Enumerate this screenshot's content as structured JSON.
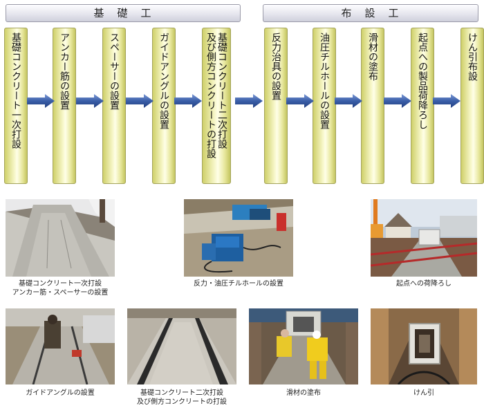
{
  "phases": [
    {
      "title": "基　礎　工"
    },
    {
      "title": "布　設　工"
    }
  ],
  "steps": [
    {
      "label": "基礎コンクリート一次打設"
    },
    {
      "label": "アンカー筋の設置"
    },
    {
      "label": "スペーサーの設置"
    },
    {
      "label": "ガイドアングルの設置"
    },
    {
      "label": "基礎コンクリート二次打設\n及び側方コンクリートの打設"
    },
    {
      "label": "反力治具の設置"
    },
    {
      "label": "油圧チルホールの設置"
    },
    {
      "label": "滑材の塗布"
    },
    {
      "label": "起点への製品荷降ろし"
    },
    {
      "label": "けん引布設"
    }
  ],
  "photos": [
    {
      "caption": "基礎コンクリート一次打設\nアンカー筋・スペーサーの設置"
    },
    {
      "caption": "反力・油圧チルホールの設置"
    },
    {
      "caption": "起点への荷降ろし"
    },
    {
      "caption": "ガイドアングルの設置"
    },
    {
      "caption": "基礎コンクリート二次打設\n及び側方コンクリートの打設"
    },
    {
      "caption": "滑材の塗布"
    },
    {
      "caption": "けん引"
    }
  ],
  "colors": {
    "arrow": "#3a5ea8",
    "step_fill": "#f4f4b8",
    "banner_fill": "#e6e6ee"
  }
}
